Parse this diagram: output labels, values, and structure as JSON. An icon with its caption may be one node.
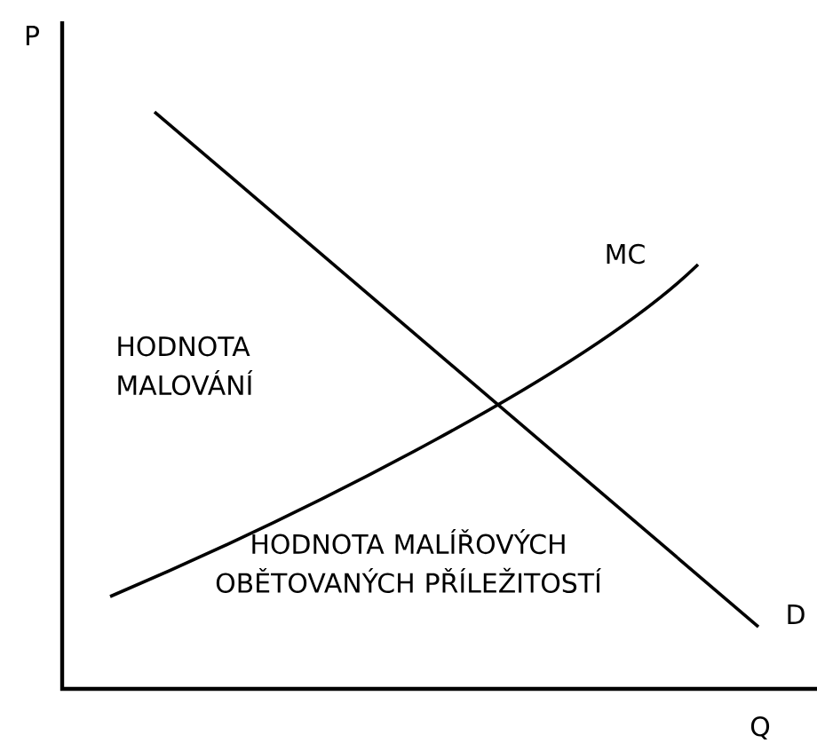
{
  "diagram": {
    "labels": [
      "P",
      "MC",
      "HODNOTA MALOVÁNÍ",
      "HODNOTA MALÍŘOVÝCH OBĚTOVANÝCH PŘÍLEŽITOSTÍ",
      "D",
      "Q"
    ]
  }
}
